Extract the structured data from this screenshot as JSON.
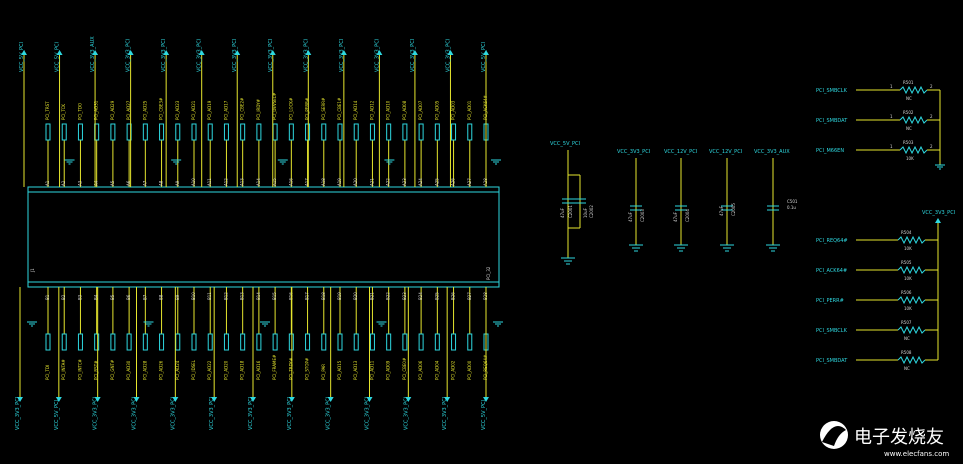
{
  "connector": {
    "refdes": "J1",
    "part_label": "PCI_32",
    "top_nets": [
      "VCC_5V_PCI",
      "VCC_5V_PCI",
      "VCC_3V3_AUX",
      "VCC_3V3_PCI",
      "VCC_3V3_PCI",
      "VCC_3V3_PCI",
      "VCC_3V3_PCI",
      "VCC_3V3_PCI",
      "VCC_3V3_PCI",
      "VCC_3V3_PCI",
      "VCC_3V3_PCI",
      "VCC_3V3_PCI",
      "VCC_3V3_PCI",
      "VCC_5V_PCI"
    ],
    "bottom_nets": [
      "VCC_3V3_PCI",
      "VCC_5V_PCI",
      "VCC_3V3_PCI",
      "VCC_3V3_PCI",
      "VCC_3V3_PCI",
      "VCC_3V3_PCI",
      "VCC_3V3_PCI",
      "VCC_3V3_PCI",
      "VCC_3V3_PCI",
      "VCC_3V3_PCI",
      "VCC_3V3_PCI",
      "VCC_3V3_PCI",
      "VCC_5V_PCI"
    ],
    "top_signals": [
      "PCI_TRST",
      "PCI_TCK",
      "PCI_TDO",
      "PCI_AD31",
      "PCI_AD29",
      "PCI_AD27",
      "PCI_AD25",
      "PCI_CBE3#",
      "PCI_AD23",
      "PCI_AD21",
      "PCI_AD19",
      "PCI_AD17",
      "PCI_CBE2#",
      "PCI_IRDY#",
      "PCI_DEVSEL#",
      "PCI_LOCK#",
      "PCI_PERR#",
      "PCI_SERR#",
      "PCI_CBE1#",
      "PCI_AD14",
      "PCI_AD12",
      "PCI_AD10",
      "PCI_AD08",
      "PCI_AD07",
      "PCI_AD05",
      "PCI_AD03",
      "PCI_AD01",
      "PCI_ACK64#"
    ],
    "bottom_signals": [
      "PCI_TDI",
      "PCI_INTA#",
      "PCI_INTC#",
      "PCI_RST#",
      "PCI_GNT#",
      "PCI_AD30",
      "PCI_AD28",
      "PCI_AD26",
      "PCI_AD24",
      "PCI_IDSEL",
      "PCI_AD22",
      "PCI_AD20",
      "PCI_AD18",
      "PCI_AD16",
      "PCI_FRAME#",
      "PCI_TRDY#",
      "PCI_STOP#",
      "PCI_PAR",
      "PCI_AD15",
      "PCI_AD13",
      "PCI_AD11",
      "PCI_AD09",
      "PCI_CBE0#",
      "PCI_AD06",
      "PCI_AD04",
      "PCI_AD02",
      "PCI_AD00",
      "PCI_REQ64#"
    ]
  },
  "capacitors": [
    {
      "net": "VCC_5V_PCI",
      "values": [
        "47uF",
        "10uF"
      ],
      "refdes": [
        "C2001",
        "C2002"
      ]
    },
    {
      "net": "VCC_3V3_PCI",
      "values": [
        "47uF"
      ],
      "refdes": [
        "C2003"
      ]
    },
    {
      "net": "VCC_12V_PCI",
      "values": [
        "47uF"
      ],
      "refdes": [
        "C2004"
      ]
    },
    {
      "net": "VCC_12V_PCI",
      "values": [
        "47uF"
      ],
      "refdes": [
        "C2005"
      ]
    },
    {
      "net": "VCC_3V3_AUX",
      "values": [
        "0.1u"
      ],
      "refdes": [
        "C501"
      ]
    }
  ],
  "resistors_top": [
    {
      "net": "PCI_SMBCLK",
      "refdes": "R501",
      "value": "NC",
      "pin1": "1",
      "pin2": "2"
    },
    {
      "net": "PCI_SMBDAT",
      "refdes": "R502",
      "value": "NC",
      "pin1": "1",
      "pin2": "2"
    },
    {
      "net": "PCI_M66EN",
      "refdes": "R503",
      "value": "10K",
      "pin1": "1",
      "pin2": "2"
    }
  ],
  "resistors_bottom": {
    "net": "VCC_3V3_PCI",
    "items": [
      {
        "net": "PCI_REQ64#",
        "refdes": "R504",
        "value": "10K"
      },
      {
        "net": "PCI_ACK64#",
        "refdes": "R505",
        "value": "10K"
      },
      {
        "net": "PCI_PERR#",
        "refdes": "R506",
        "value": "10K"
      },
      {
        "net": "PCI_SMBCLK",
        "refdes": "R507",
        "value": "NC"
      },
      {
        "net": "PCI_SMBDAT",
        "refdes": "R508",
        "value": "NC"
      }
    ]
  },
  "watermark": {
    "title": "电子发烧友",
    "url": "www.elecfans.com"
  },
  "colors": {
    "background": "#000000",
    "wire": "#e6e62e",
    "net_label": "#2ed8e0",
    "pin_text": "#d8d8d8"
  }
}
